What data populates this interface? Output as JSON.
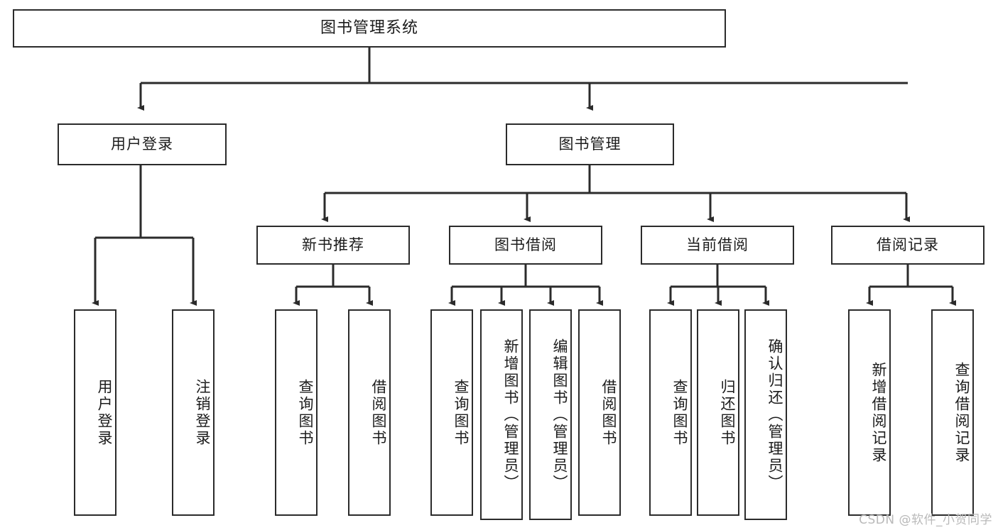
{
  "diagram": {
    "title": "图书管理系统",
    "root": {
      "label": "图书管理系统"
    },
    "level2": [
      {
        "label": "用户登录"
      },
      {
        "label": "图书管理"
      }
    ],
    "level3": [
      {
        "label": "新书推荐"
      },
      {
        "label": "图书借阅"
      },
      {
        "label": "当前借阅"
      },
      {
        "label": "借阅记录"
      }
    ],
    "leaves_user_login": [
      {
        "label": "用户登录"
      },
      {
        "label": "注销登录"
      }
    ],
    "leaves_new_book": [
      {
        "label": "查询图书"
      },
      {
        "label": "借阅图书"
      }
    ],
    "leaves_borrow": [
      {
        "label": "查询图书"
      },
      {
        "label": "新增图书（管理员）"
      },
      {
        "label": "编辑图书（管理员）"
      },
      {
        "label": "借阅图书"
      }
    ],
    "leaves_current": [
      {
        "label": "查询图书"
      },
      {
        "label": "归还图书"
      },
      {
        "label": "确认归还（管理员）"
      }
    ],
    "leaves_records": [
      {
        "label": "新增借阅记录"
      },
      {
        "label": "查询借阅记录"
      }
    ]
  },
  "watermark": {
    "text": "CSDN @软件_小贺同学"
  },
  "colors": {
    "stroke": "#2b2b2b",
    "fill": "#ffffff",
    "text": "#1c1c1c",
    "watermark": "#b9b9b9"
  }
}
